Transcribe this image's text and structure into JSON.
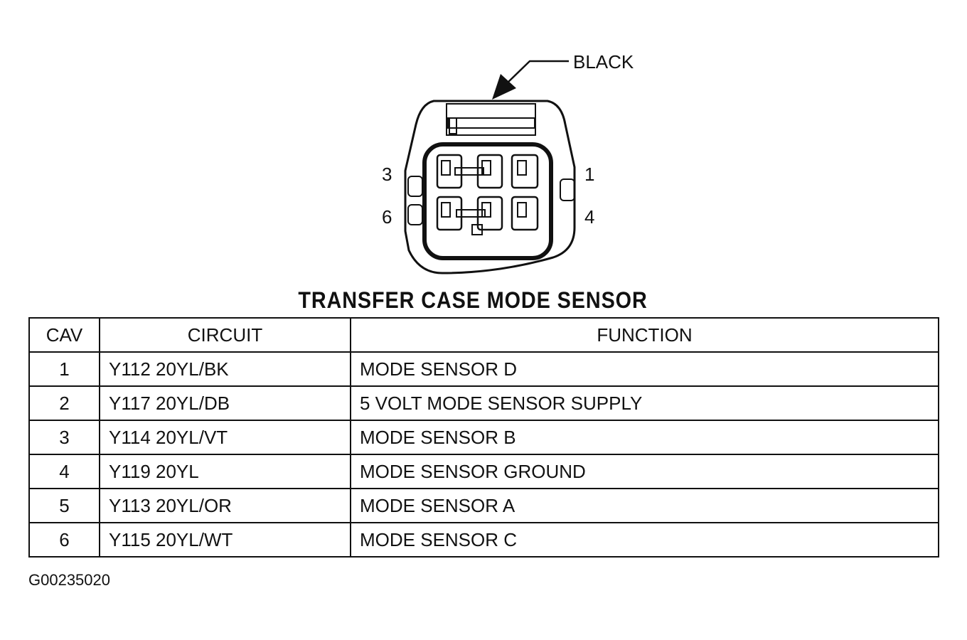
{
  "connector": {
    "color_label": "BLACK",
    "pin_labels": {
      "p1": "1",
      "p3": "3",
      "p4": "4",
      "p6": "6"
    }
  },
  "title": "TRANSFER CASE MODE SENSOR",
  "table": {
    "headers": [
      "CAV",
      "CIRCUIT",
      "FUNCTION"
    ],
    "rows": [
      {
        "cav": "1",
        "circuit": "Y112 20YL/BK",
        "function": "MODE SENSOR D"
      },
      {
        "cav": "2",
        "circuit": "Y117 20YL/DB",
        "function": "5 VOLT MODE SENSOR SUPPLY"
      },
      {
        "cav": "3",
        "circuit": "Y114 20YL/VT",
        "function": "MODE SENSOR B"
      },
      {
        "cav": "4",
        "circuit": "Y119 20YL",
        "function": "MODE SENSOR GROUND"
      },
      {
        "cav": "5",
        "circuit": "Y113 20YL/OR",
        "function": "MODE SENSOR A"
      },
      {
        "cav": "6",
        "circuit": "Y115 20YL/WT",
        "function": "MODE SENSOR C"
      }
    ]
  },
  "figure_id": "G00235020"
}
